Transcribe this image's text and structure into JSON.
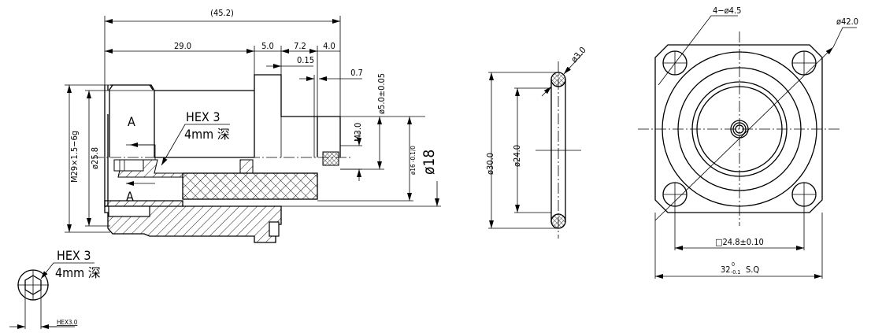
{
  "side_view": {
    "overall_length": "(45.2)",
    "len_29": "29.0",
    "len_5": "5.0",
    "len_7_2": "7.2",
    "len_4": "4.0",
    "gap_015": "0.15",
    "gap_07": "0.7",
    "thread": "M29×1.5−6g",
    "dia_25_8": "ø25.8",
    "dia_5": "ø5.0±0.05",
    "m3": "M3.0",
    "dia_16": "ø16 -0.1/0",
    "dia_18": "ø18",
    "section_a_top": "A",
    "section_a_bottom": "A",
    "hex_label": "HEX  3",
    "hex_depth": "4mm 深"
  },
  "hex_detail": {
    "hex_label": "HEX  3",
    "hex_depth": "4mm 深",
    "hex_dim": "HEX3.0"
  },
  "oring_view": {
    "dia_30": "ø30.0",
    "dia_24": "ø24.0",
    "cross_section": "ø3.0"
  },
  "front_view": {
    "holes": "4−ø4.5",
    "dia_42": "ø42.0",
    "bolt_square": "□24.8±0.10",
    "outer_square": "32",
    "outer_tol_upper": "0",
    "outer_tol_lower": "-0.1",
    "outer_suffix": "S.Q"
  }
}
